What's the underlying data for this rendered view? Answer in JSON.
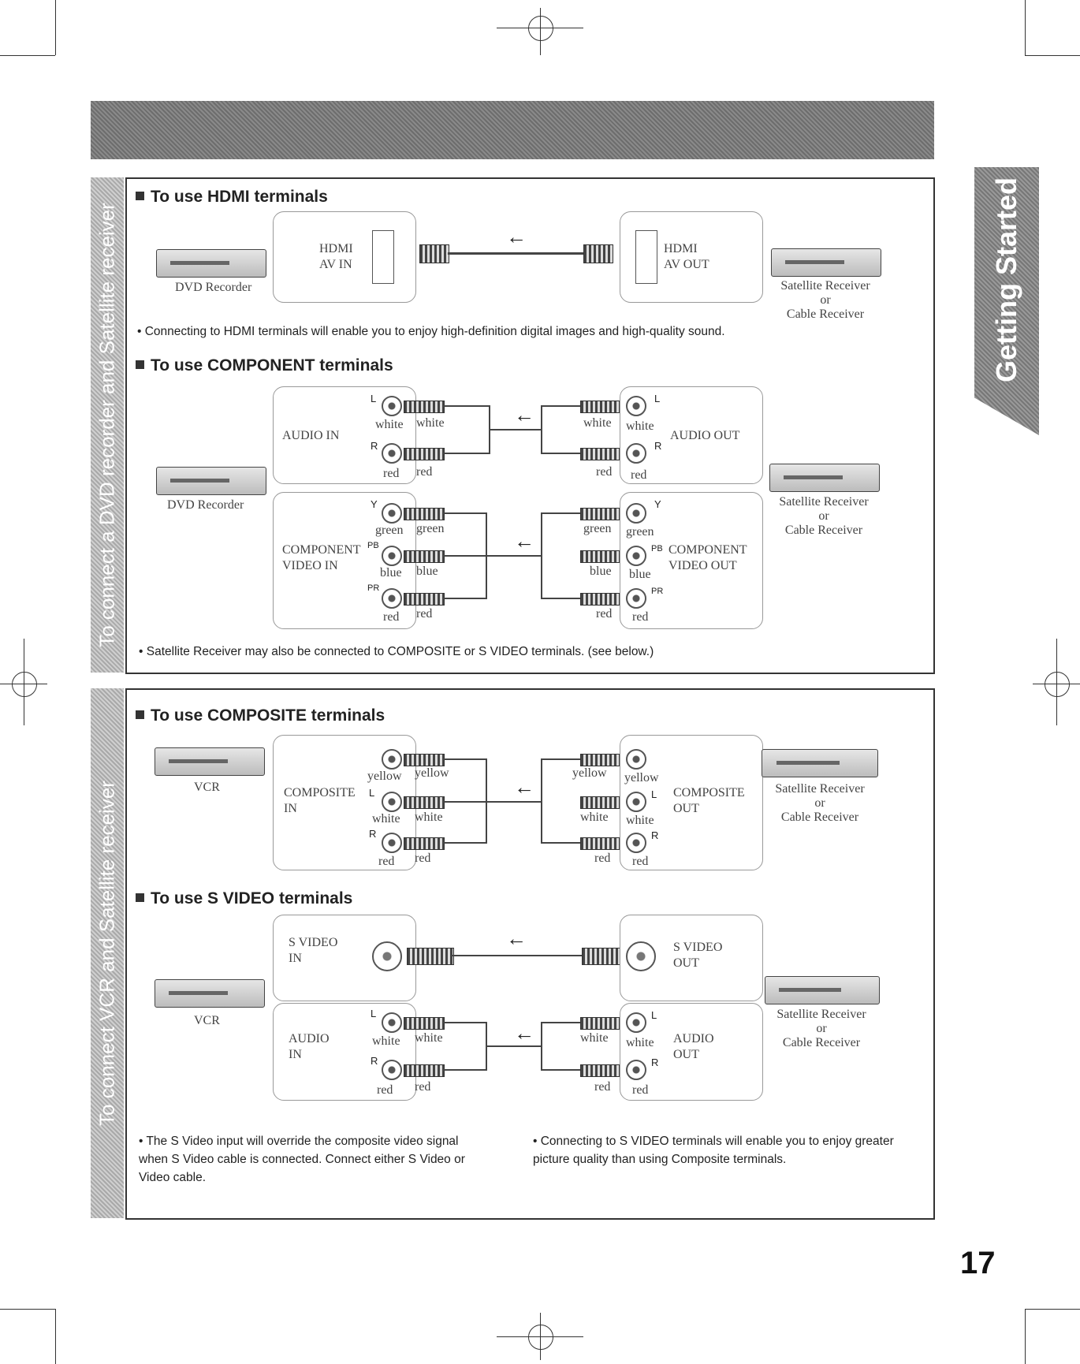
{
  "side_tab": "Getting Started",
  "strip1": "To connect a DVD recorder and Satellite receiver",
  "strip2": "To connect VCR and Satellite receiver",
  "hdmi": {
    "title": "To use HDMI terminals",
    "left_device": "DVD Recorder",
    "in_label": [
      "HDMI",
      "AV IN"
    ],
    "out_label": [
      "HDMI",
      "AV OUT"
    ],
    "right_device": [
      "Satellite Receiver",
      "or",
      "Cable Receiver"
    ],
    "note": "Connecting to HDMI terminals will enable you to enjoy high-definition digital images and high-quality sound."
  },
  "component": {
    "title": "To use COMPONENT terminals",
    "left_device": "DVD Recorder",
    "audio_in": "AUDIO IN",
    "audio_out": "AUDIO OUT",
    "video_in": [
      "COMPONENT",
      "VIDEO IN"
    ],
    "video_out": [
      "COMPONENT",
      "VIDEO OUT"
    ],
    "jack_L": "L",
    "jack_R": "R",
    "jack_Y": "Y",
    "jack_PB": "PB",
    "jack_PR": "PR",
    "white": "white",
    "red": "red",
    "green": "green",
    "blue": "blue",
    "right_device": [
      "Satellite Receiver",
      "or",
      "Cable Receiver"
    ],
    "note": "Satellite Receiver may also be connected to COMPOSITE or S VIDEO terminals. (see below.)"
  },
  "composite": {
    "title": "To use COMPOSITE terminals",
    "left_device": "VCR",
    "in_label": [
      "COMPOSITE",
      "IN"
    ],
    "out_label": [
      "COMPOSITE",
      "OUT"
    ],
    "jack_L": "L",
    "jack_R": "R",
    "yellow": "yellow",
    "white": "white",
    "red": "red",
    "right_device": [
      "Satellite Receiver",
      "or",
      "Cable Receiver"
    ]
  },
  "svideo": {
    "title": "To use S VIDEO terminals",
    "left_device": "VCR",
    "in_label": [
      "S VIDEO",
      "IN"
    ],
    "out_label": [
      "S VIDEO",
      "OUT"
    ],
    "audio_in": [
      "AUDIO",
      "IN"
    ],
    "audio_out": [
      "AUDIO",
      "OUT"
    ],
    "jack_L": "L",
    "jack_R": "R",
    "white": "white",
    "red": "red",
    "right_device": [
      "Satellite Receiver",
      "or",
      "Cable Receiver"
    ],
    "note_left": "The S Video input will override the composite video signal when S Video cable is connected. Connect either S Video or Video cable.",
    "note_right": "Connecting to S VIDEO terminals will enable you to enjoy greater picture quality than using Composite terminals."
  },
  "page_number": "17"
}
